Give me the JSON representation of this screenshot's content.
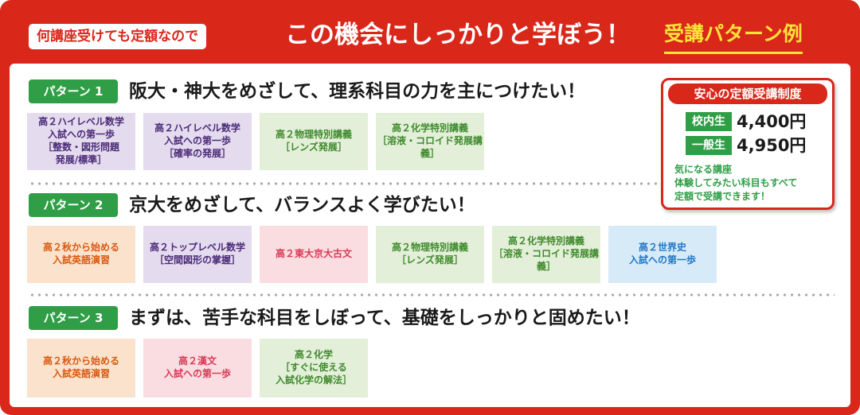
{
  "header": {
    "tag": "何講座受けても定額なので",
    "headline": "この機会にしっかりと学ぼう！",
    "subhead": "受講パターン例"
  },
  "patterns": [
    {
      "badge": "パターン 1",
      "title": "阪大・神大をめざして、理系科目の力を主につけたい！",
      "courses": [
        {
          "lines": [
            "高２ハイレベル数学",
            "入試への第一歩",
            "［整数・図形問題",
            "発展/標準］"
          ],
          "color": "purple"
        },
        {
          "lines": [
            "高２ハイレベル数学",
            "入試への第一歩",
            "［確率の発展］"
          ],
          "color": "purple"
        },
        {
          "lines": [
            "高２物理特別講義",
            "［レンズ発展］"
          ],
          "color": "green"
        },
        {
          "lines": [
            "高２化学特別講義",
            "［溶液・コロイド発展講義］"
          ],
          "color": "green"
        }
      ]
    },
    {
      "badge": "パターン 2",
      "title": "京大をめざして、バランスよく学びたい！",
      "courses": [
        {
          "lines": [
            "高２秋から始める",
            "入試英語演習"
          ],
          "color": "orange"
        },
        {
          "lines": [
            "高２トップレベル数学",
            "［空間図形の掌握］"
          ],
          "color": "purple"
        },
        {
          "lines": [
            "高２東大京大古文"
          ],
          "color": "pink"
        },
        {
          "lines": [
            "高２物理特別講義",
            "［レンズ発展］"
          ],
          "color": "green"
        },
        {
          "lines": [
            "高２化学特別講義",
            "［溶液・コロイド発展講義］"
          ],
          "color": "green"
        },
        {
          "lines": [
            "高２世界史",
            "入試への第一歩"
          ],
          "color": "blue"
        }
      ]
    },
    {
      "badge": "パターン 3",
      "title": "まずは、苦手な科目をしぼって、基礎をしっかりと固めたい！",
      "courses": [
        {
          "lines": [
            "高２秋から始める",
            "入試英語演習"
          ],
          "color": "orange"
        },
        {
          "lines": [
            "高２漢文",
            "入試への第一歩"
          ],
          "color": "pink"
        },
        {
          "lines": [
            "高２化学",
            "［すぐに使える",
            "入試化学の解法］"
          ],
          "color": "green"
        }
      ]
    }
  ],
  "price_box": {
    "title": "安心の定額受講制度",
    "rows": [
      {
        "label": "校内生",
        "amount": "4,400円"
      },
      {
        "label": "一般生",
        "amount": "4,950円"
      }
    ],
    "note": [
      "気になる講座",
      "体験してみたい科目もすべて",
      "定額で受講できます！"
    ]
  },
  "colors": {
    "brand_red": "#d9271a",
    "accent_green": "#2f9e46",
    "accent_yellow": "#ffe23a"
  }
}
